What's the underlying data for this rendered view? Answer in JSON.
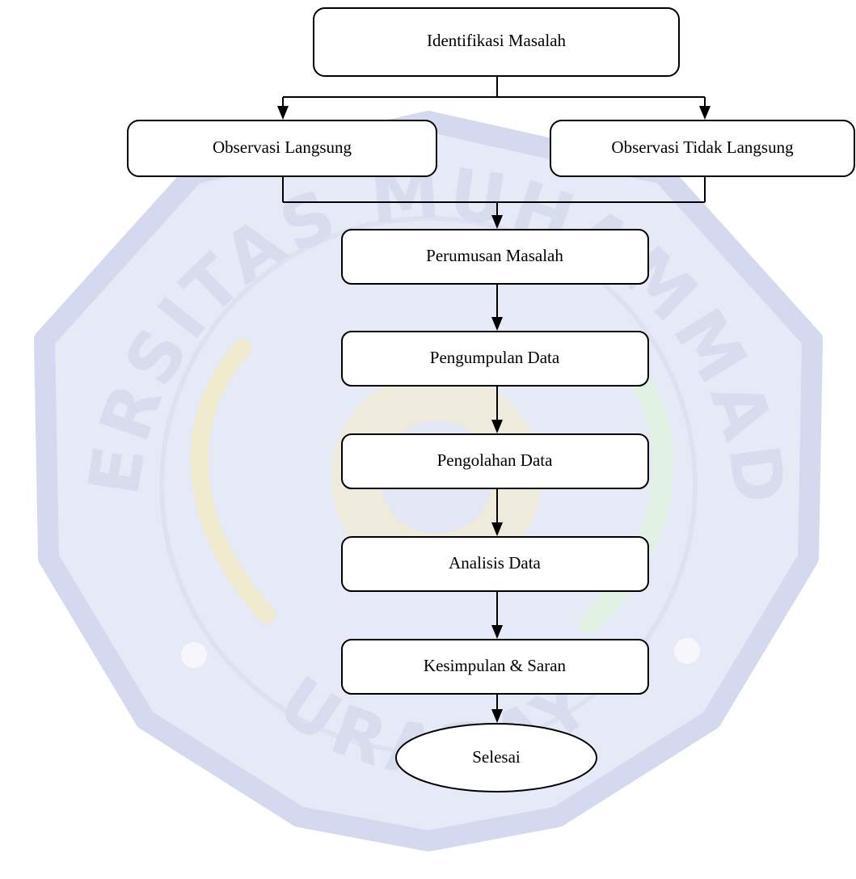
{
  "watermark": {
    "kind": "university-seal",
    "arc_top_text": "UNIVERSITAS MUHAMMADIYAH",
    "arc_bottom_text": "SURABAYA",
    "colors": {
      "field": "#e6e9f6",
      "border": "#d4d9ef",
      "letters": "#d7dcef",
      "gold": "#f7ecb8",
      "green": "#dff2e0"
    }
  },
  "flowchart": {
    "nodes": {
      "identifikasi": "Identifikasi Masalah",
      "observasi_langsung": "Observasi Langsung",
      "observasi_tidak_langsung": "Observasi Tidak Langsung",
      "perumusan": "Perumusan Masalah",
      "pengumpulan": "Pengumpulan Data",
      "pengolahan": "Pengolahan Data",
      "analisis": "Analisis Data",
      "kesimpulan": "Kesimpulan & Saran",
      "selesai": "Selesai"
    },
    "colors": {
      "stroke": "#000000",
      "fill": "#ffffff",
      "text": "#000000"
    }
  }
}
